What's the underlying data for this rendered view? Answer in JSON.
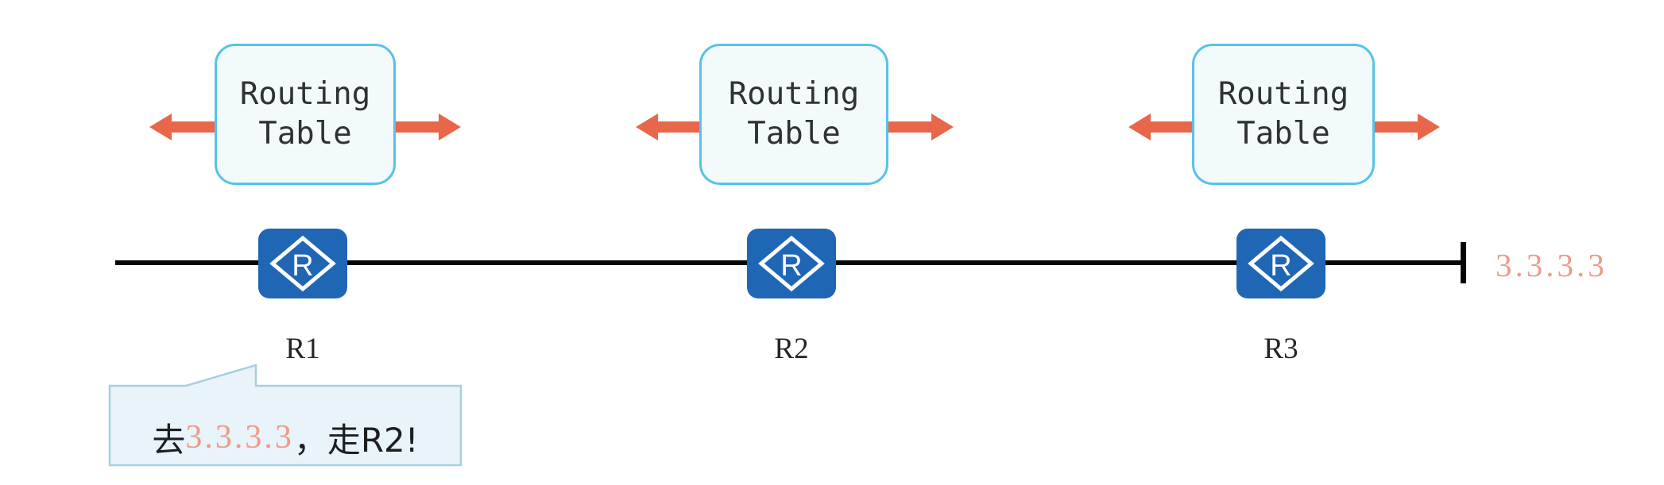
{
  "diagram": {
    "title": "Routing table forwarding along R1-R2-R3 path",
    "colors": {
      "router_blue": "#1f66b5",
      "box_border": "#58c2e8",
      "box_fill": "#f2fafc",
      "arrow_coral": "#e8674a",
      "line_black": "#050505",
      "ip_salmon": "#ef9a8a",
      "callout_fill": "#e8f4fa",
      "callout_border": "#a8cfe0"
    },
    "routing_tables": [
      {
        "label": "Routing\nTable",
        "for_router": "R1"
      },
      {
        "label": "Routing\nTable",
        "for_router": "R2"
      },
      {
        "label": "Routing\nTable",
        "for_router": "R3"
      }
    ],
    "routers": [
      {
        "name": "R1",
        "icon": "router-icon"
      },
      {
        "name": "R2",
        "icon": "router-icon"
      },
      {
        "name": "R3",
        "icon": "router-icon"
      }
    ],
    "destination": {
      "ip": "3.3.3.3"
    },
    "callout": {
      "prefix": "去",
      "ip": "3.3.3.3",
      "suffix": "，走R2!",
      "full_text": "去3.3.3.3，走R2!",
      "points_to": "R1"
    },
    "arrows": {
      "left_label": "exchange-left",
      "right_label": "exchange-right"
    }
  }
}
